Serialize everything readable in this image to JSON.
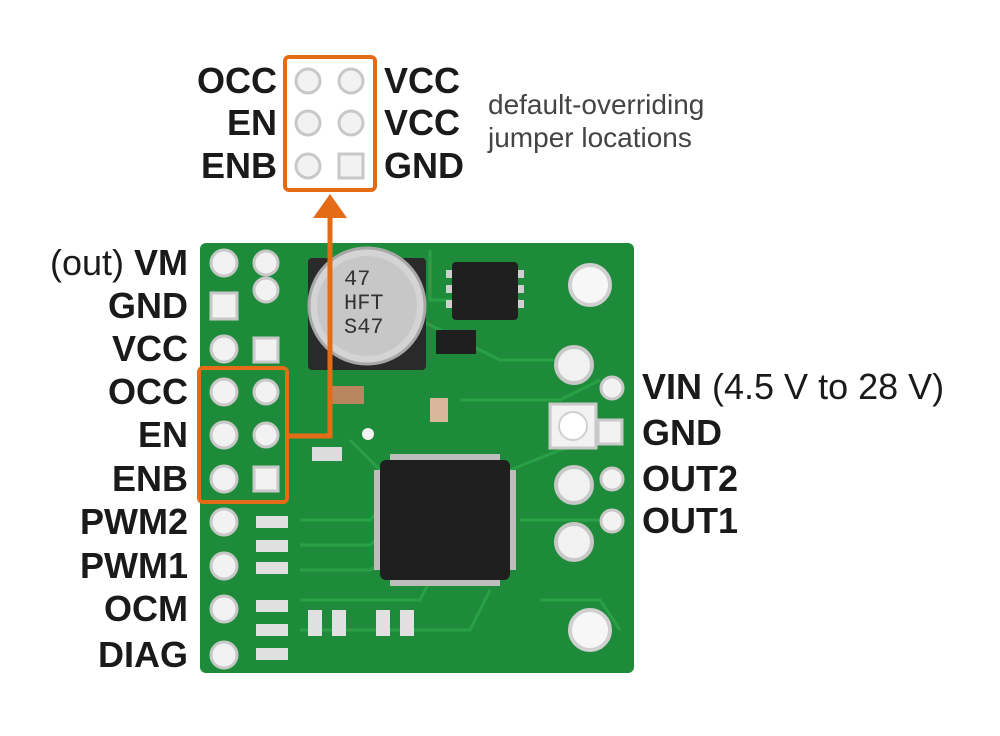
{
  "colors": {
    "pcb": "#1e8b3a",
    "pcb_dark": "#166e2c",
    "trace": "#2aa046",
    "pad": "#f2f2f2",
    "pad_ring": "#d9d9d9",
    "highlight": "#e46c17",
    "chip": "#1f1f1f",
    "text": "#1a1a1a"
  },
  "jumper_header": {
    "left_labels": [
      "OCC",
      "EN",
      "ENB"
    ],
    "right_labels": [
      "VCC",
      "VCC",
      "GND"
    ],
    "note_line1": "default-overriding",
    "note_line2": "jumper locations"
  },
  "left_pins": {
    "vm_prefix": "(out) ",
    "labels": [
      "VM",
      "GND",
      "VCC",
      "OCC",
      "EN",
      "ENB",
      "PWM2",
      "PWM1",
      "OCM",
      "DIAG"
    ]
  },
  "right_pins": {
    "vin_label": "VIN",
    "vin_range": " (4.5 V to 28 V)",
    "labels": [
      "GND",
      "OUT2",
      "OUT1"
    ]
  },
  "capacitor": {
    "line1": "47",
    "line2": "HFT",
    "line3": "S47"
  }
}
